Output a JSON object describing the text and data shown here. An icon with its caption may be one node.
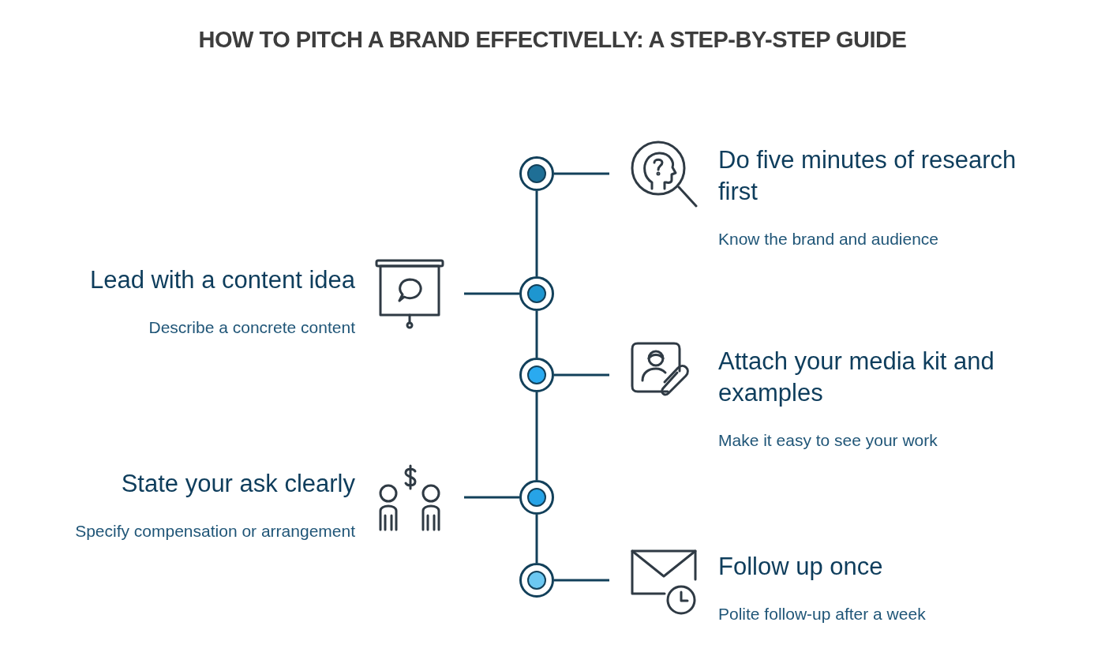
{
  "diagram": {
    "title": "HOW TO PITCH A BRAND EFFECTIVELLY: A STEP-BY-STEP GUIDE",
    "nodes": [
      {
        "text": [],
        "shape": "circle"
      },
      {
        "text": [],
        "shape": "circle"
      },
      {
        "text": [],
        "shape": "circle"
      },
      {
        "text": [],
        "shape": "circle"
      },
      {
        "text": [],
        "shape": "circle"
      },
      {
        "text": [
          "Do five minutes of research first",
          "Know the brand and audience"
        ]
      },
      {
        "text": [
          "Lead with a content idea",
          "Describe a concrete content"
        ]
      },
      {
        "text": [
          "Attach your media kit and examples",
          "Make it easy to see your work"
        ]
      },
      {
        "text": [
          "State your ask clearly",
          "Specify compensation or arrangement"
        ]
      },
      {
        "text": [
          "Follow up once",
          "Polite follow-up after a week"
        ]
      }
    ],
    "edges": [
      {
        "from": 0,
        "to": 1,
        "arrow": "none"
      },
      {
        "from": 1,
        "to": 2,
        "arrow": "none"
      },
      {
        "from": 2,
        "to": 3,
        "arrow": "none"
      },
      {
        "from": 3,
        "to": 4,
        "arrow": "none"
      },
      {
        "from": 0,
        "to": 5,
        "arrow": "none"
      },
      {
        "from": 1,
        "to": 6,
        "arrow": "none"
      },
      {
        "from": 2,
        "to": 7,
        "arrow": "none"
      },
      {
        "from": 3,
        "to": 8,
        "arrow": "none"
      },
      {
        "from": 4,
        "to": 9,
        "arrow": "none"
      }
    ]
  }
}
